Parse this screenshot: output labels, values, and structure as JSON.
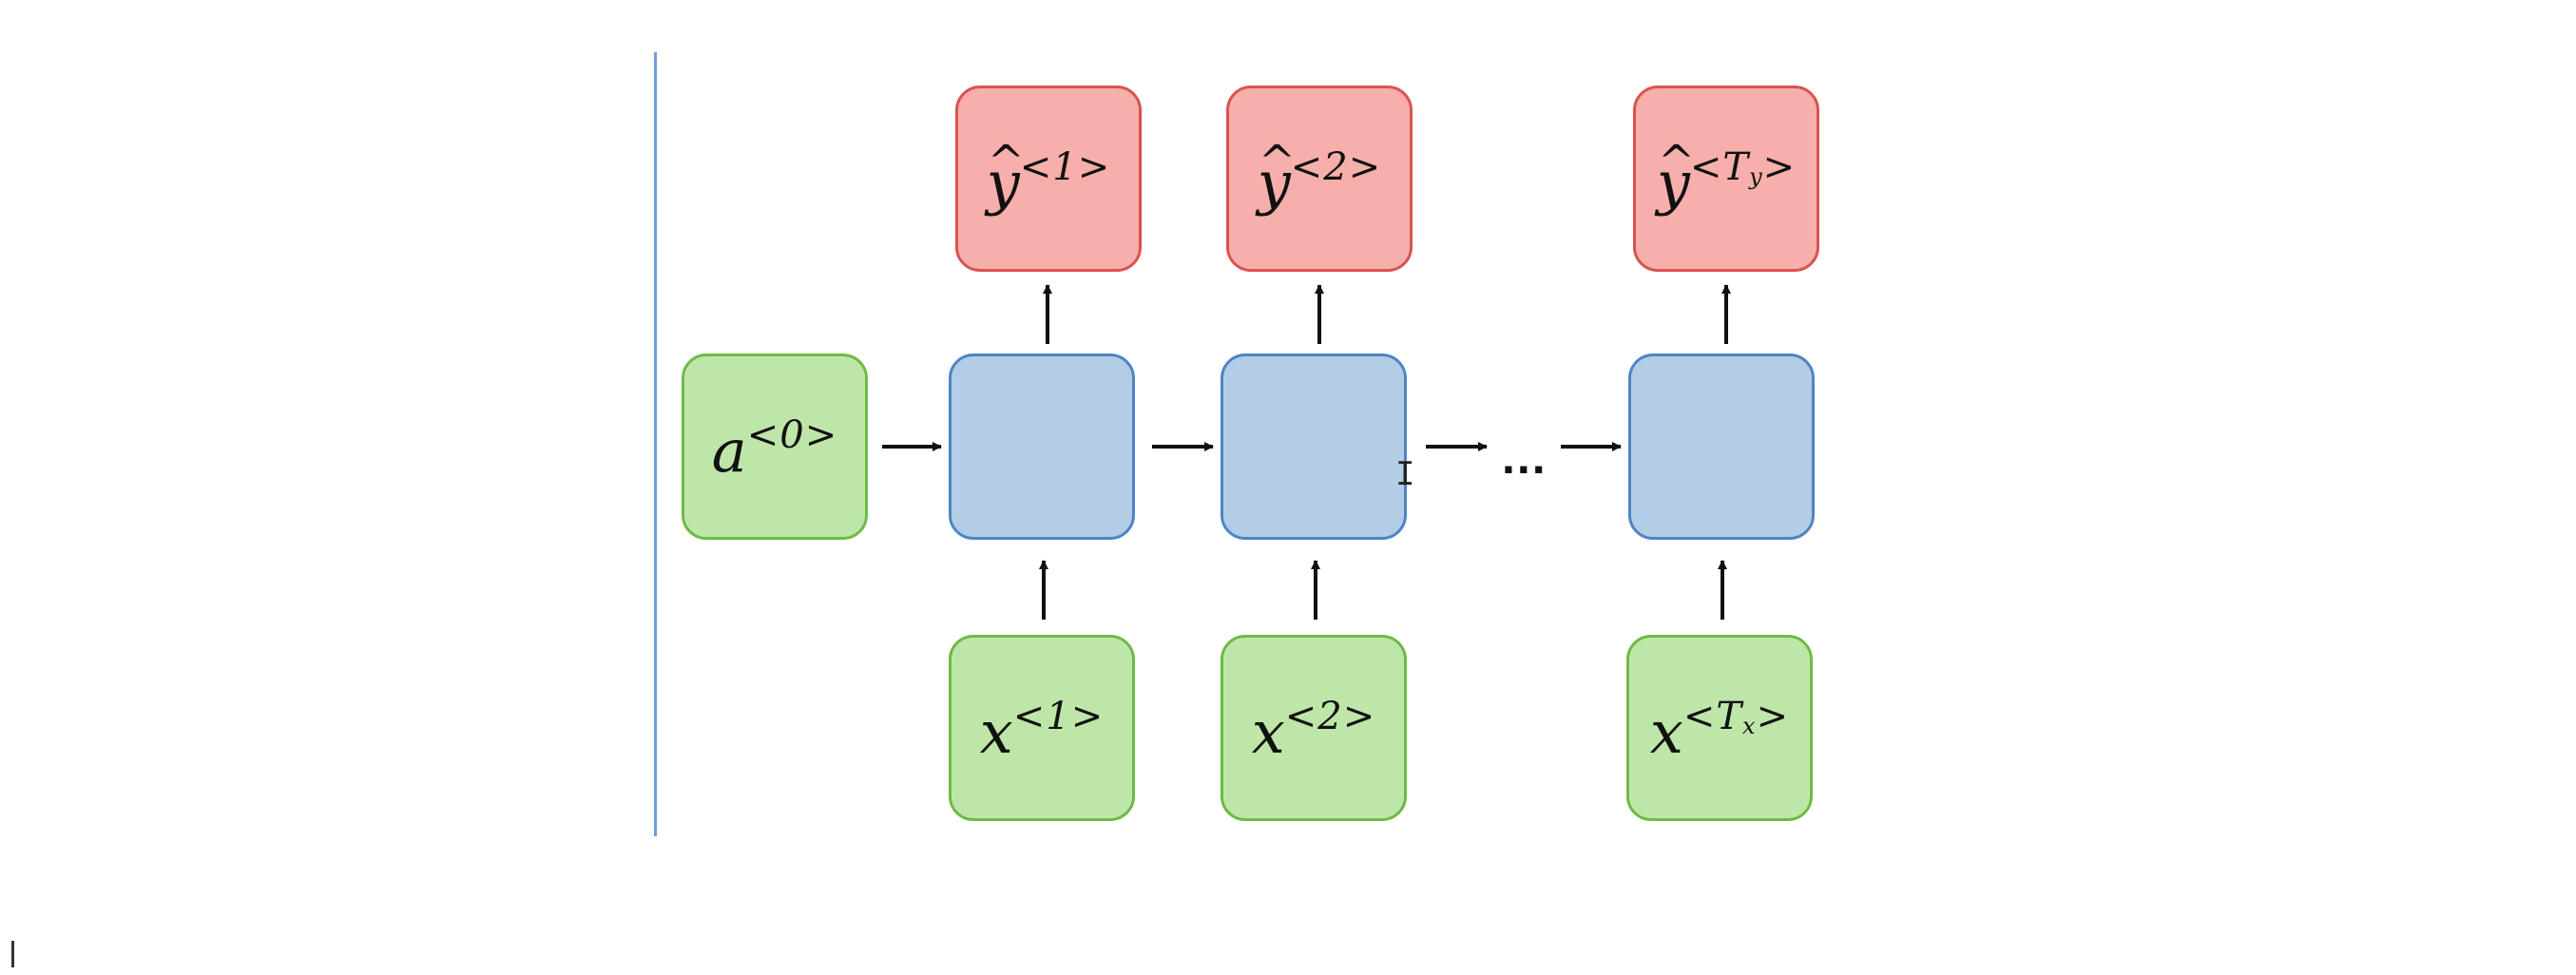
{
  "diagram": {
    "initial_state": {
      "base": "a",
      "superscript": "<0>"
    },
    "inputs": [
      {
        "base": "x",
        "superscript": "<1>",
        "sub": ""
      },
      {
        "base": "x",
        "superscript": "<2>",
        "sub": ""
      },
      {
        "base": "x",
        "sup_pre": "<T",
        "sup_sub": "x",
        "sup_post": ">"
      }
    ],
    "outputs": [
      {
        "base": "y",
        "superscript": "<1>"
      },
      {
        "base": "y",
        "superscript": "<2>"
      },
      {
        "base": "y",
        "sup_pre": "<T",
        "sup_sub": "y",
        "sup_post": ">"
      }
    ],
    "ellipsis": "...",
    "colors": {
      "input": "#bfe6a9",
      "hidden": "#b3cde6",
      "output": "#f6afaa"
    }
  }
}
